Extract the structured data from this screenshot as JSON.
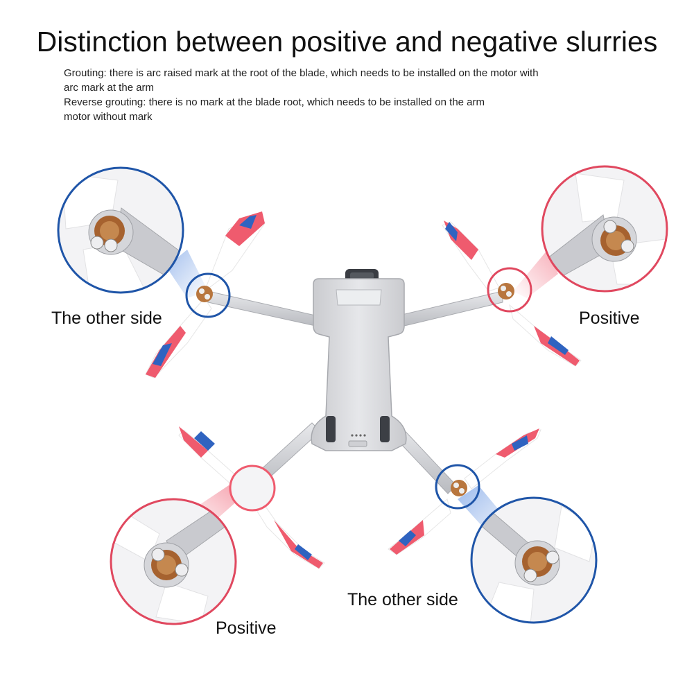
{
  "title": "Distinction between positive and negative slurries",
  "description": [
    "Grouting: there is arc raised mark at the root of the blade, which needs to be installed on the motor with",
    "arc mark at the arm",
    "Reverse grouting: there is no mark at the blade root, which needs to be installed on the arm",
    "motor without mark"
  ],
  "labels": {
    "top_left": "The other side",
    "top_right": "Positive",
    "bottom_left": "Positive",
    "bottom_right": "The other side"
  },
  "colors": {
    "blue_ring": "#1f55a8",
    "red_ring": "#e0485f",
    "blade_red": "#ef5b6e",
    "blade_blue": "#2f63c0",
    "drone_body": "#d9dadd"
  }
}
